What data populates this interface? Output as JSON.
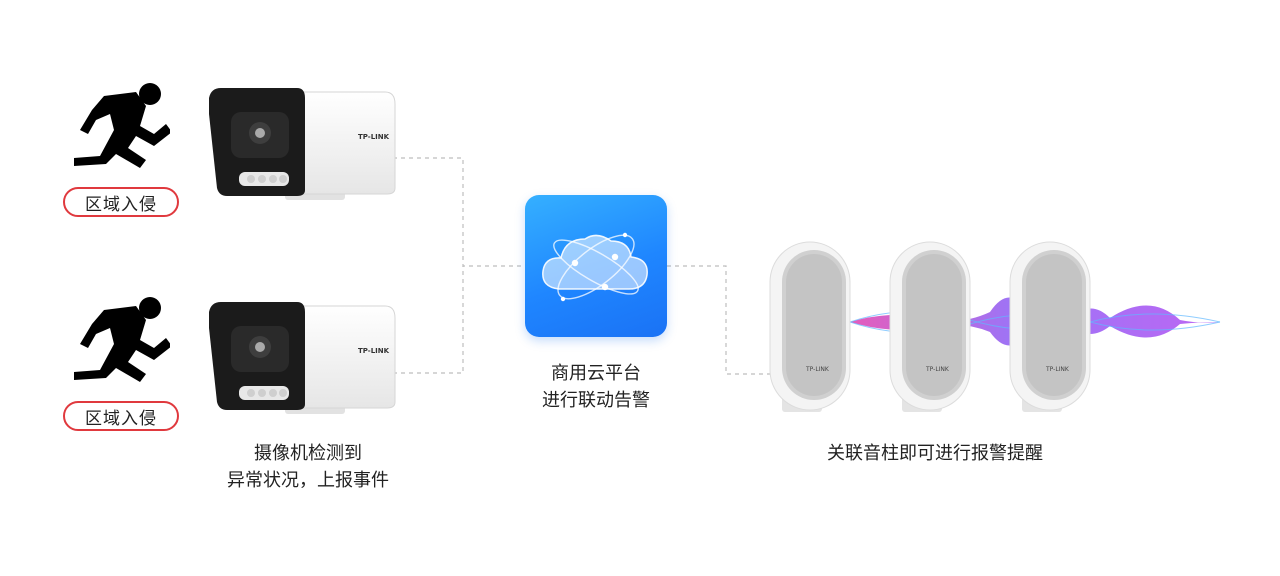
{
  "tags": {
    "intrusion_top": "区域入侵",
    "intrusion_bottom": "区域入侵"
  },
  "camera": {
    "brand_top": "TP-LINK",
    "brand_bottom": "TP-LINK",
    "caption_line1": "摄像机检测到",
    "caption_line2": "异常状况，上报事件"
  },
  "cloud": {
    "caption_line1": "商用云平台",
    "caption_line2": "进行联动告警"
  },
  "speakers": {
    "brand_1": "TP-LINK",
    "brand_2": "TP-LINK",
    "brand_3": "TP-LINK",
    "caption": "关联音柱即可进行报警提醒"
  },
  "colors": {
    "tag_border": "#e0393e",
    "cloud_tile": "#1f86ff",
    "wave_purple": "#8a5cf6",
    "wave_pink": "#e040b0",
    "connector": "#bdbdbd"
  }
}
